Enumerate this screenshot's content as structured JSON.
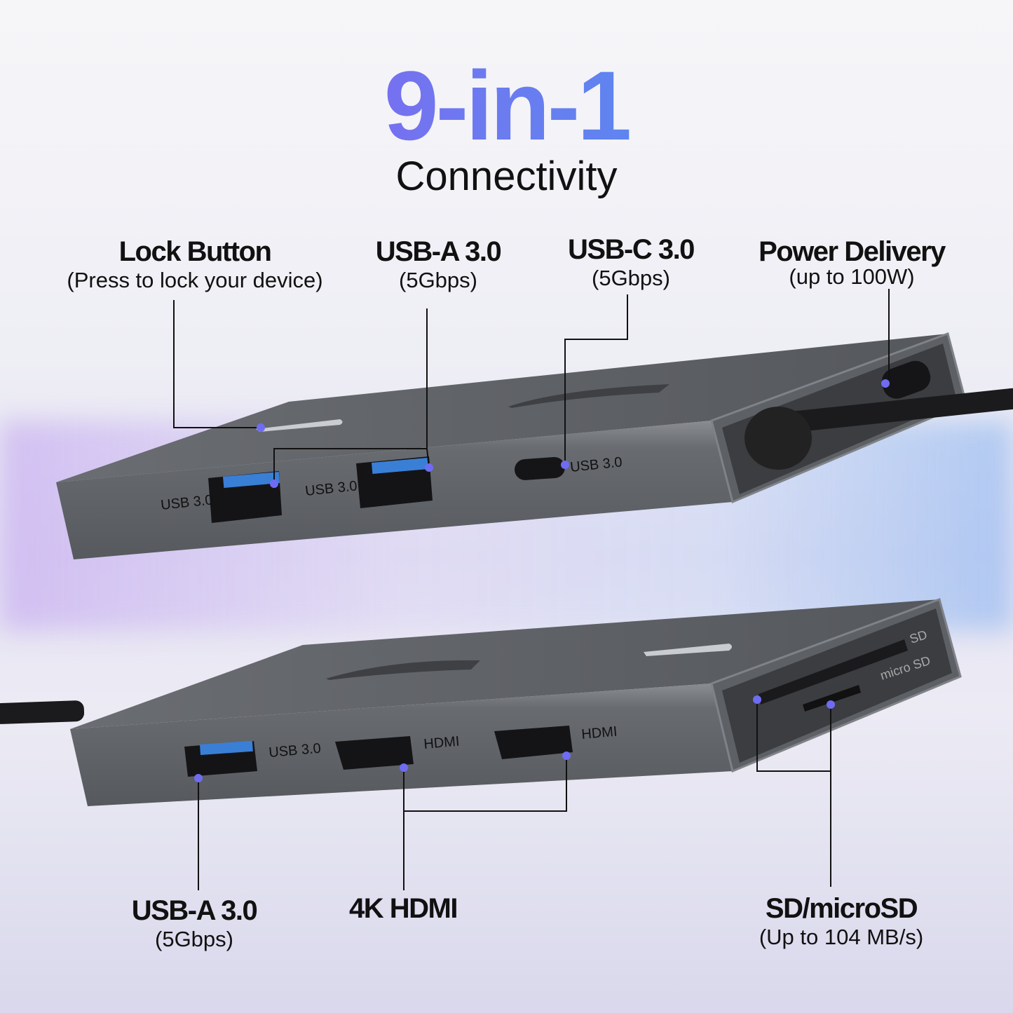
{
  "headline": {
    "title": "9-in-1",
    "subtitle": "Connectivity",
    "title_gradient": [
      "#9b4cf0",
      "#3aa0f2"
    ]
  },
  "callouts": [
    {
      "title": "Lock Button",
      "detail": "(Press to lock your device)"
    },
    {
      "title": "USB-A 3.0",
      "detail": "(5Gbps)"
    },
    {
      "title": "USB-C 3.0",
      "detail": "(5Gbps)"
    },
    {
      "title": "Power Delivery",
      "detail": "(up to 100W)"
    },
    {
      "title": "USB-A 3.0",
      "detail": "(5Gbps)"
    },
    {
      "title": "4K HDMI",
      "detail": ""
    },
    {
      "title": "SD/microSD",
      "detail": "(Up to 104 MB/s)"
    }
  ],
  "device_labels": {
    "usb": "USB 3.0",
    "hdmi": "HDMI",
    "sd": "SD",
    "microsd": "micro SD"
  },
  "colors": {
    "hub": "#5b5e63",
    "dot": "#6f6cf2",
    "port_blue": "#3a7fd6"
  }
}
